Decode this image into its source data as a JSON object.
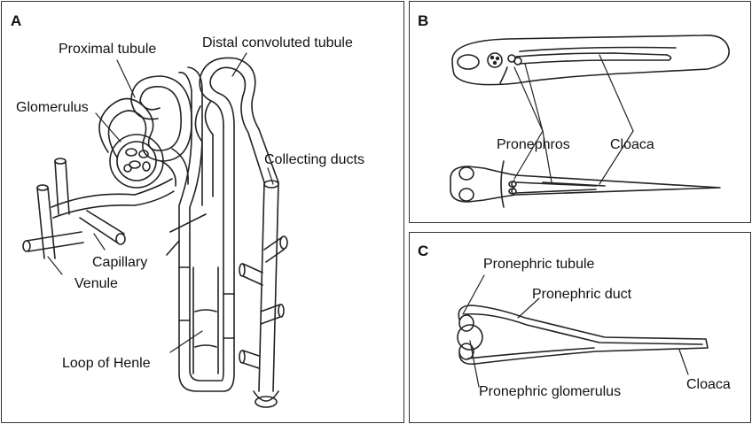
{
  "panel_a": {
    "letter": "A",
    "labels": {
      "proximal_tubule": "Proximal tubule",
      "distal_convoluted_tubule": "Distal convoluted tubule",
      "glomerulus": "Glomerulus",
      "collecting_ducts": "Collecting ducts",
      "capillary": "Capillary",
      "venule": "Venule",
      "loop_of_henle": "Loop of Henle"
    }
  },
  "panel_b": {
    "letter": "B",
    "labels": {
      "pronephros": "Pronephros",
      "cloaca": "Cloaca"
    }
  },
  "panel_c": {
    "letter": "C",
    "labels": {
      "pronephric_tubule": "Pronephric tubule",
      "pronephric_duct": "Pronephric duct",
      "pronephric_glomerulus": "Pronephric glomerulus",
      "cloaca": "Cloaca"
    }
  }
}
